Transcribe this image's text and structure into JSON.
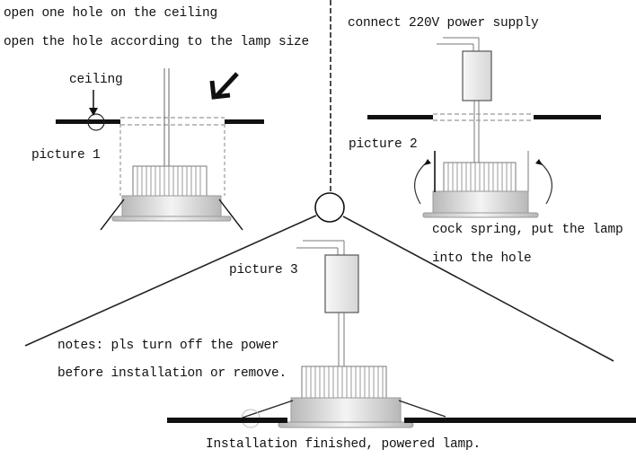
{
  "title": "Recessed LED downlight installation steps",
  "colors": {
    "ink": "#111111",
    "dash": "#9a9a9a",
    "metal_light": "#f2f2f2",
    "metal_dark": "#bdbdbd"
  },
  "step1": {
    "line1": "open one hole on the ceiling",
    "line2": "open the hole according to the lamp size",
    "ceiling_label": "ceiling",
    "picture_label": "picture 1"
  },
  "step2": {
    "title": "connect 220V power supply",
    "picture_label": "picture 2",
    "caption_line1": "cock spring, put the lamp",
    "caption_line2": "into the hole"
  },
  "step3": {
    "picture_label": "picture 3",
    "notes_line1": "notes: pls turn off the power",
    "notes_line2": "before installation or remove.",
    "caption": "Installation finished, powered lamp."
  }
}
